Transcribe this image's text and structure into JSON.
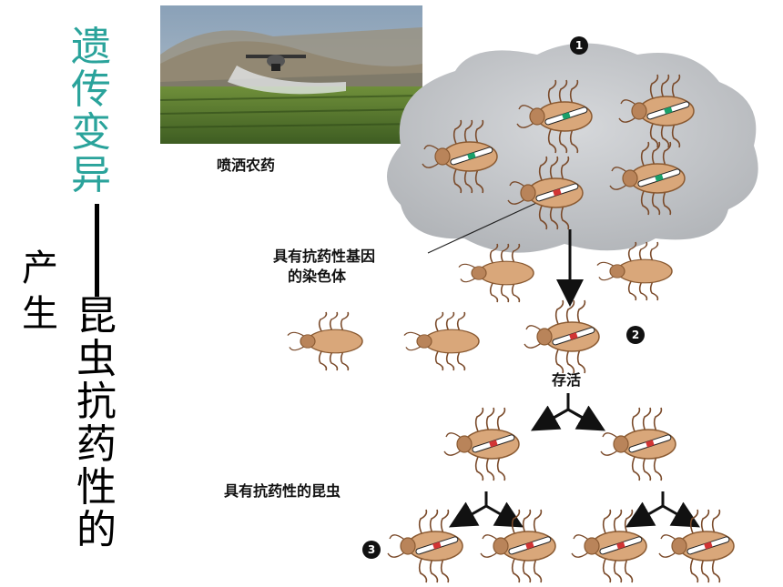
{
  "title_green": [
    "遗",
    "传",
    "变",
    "异"
  ],
  "title_black": [
    "昆",
    "虫",
    "抗",
    "药",
    "性",
    "的"
  ],
  "side_word": [
    "产",
    "生"
  ],
  "labels": {
    "spraying": "喷洒农药",
    "gene_line1": "具有抗药性基因",
    "gene_line2": "的染色体",
    "survive": "存活",
    "resistant_insects": "具有抗药性的昆虫"
  },
  "step_markers": [
    "1",
    "2",
    "3"
  ],
  "colors": {
    "teal_title": "#2aa39b",
    "cloud": "#c4c6c9",
    "bug_body": "#d9a77a",
    "gene_normal": "#1aa06a",
    "gene_resistant": "#d23434"
  }
}
